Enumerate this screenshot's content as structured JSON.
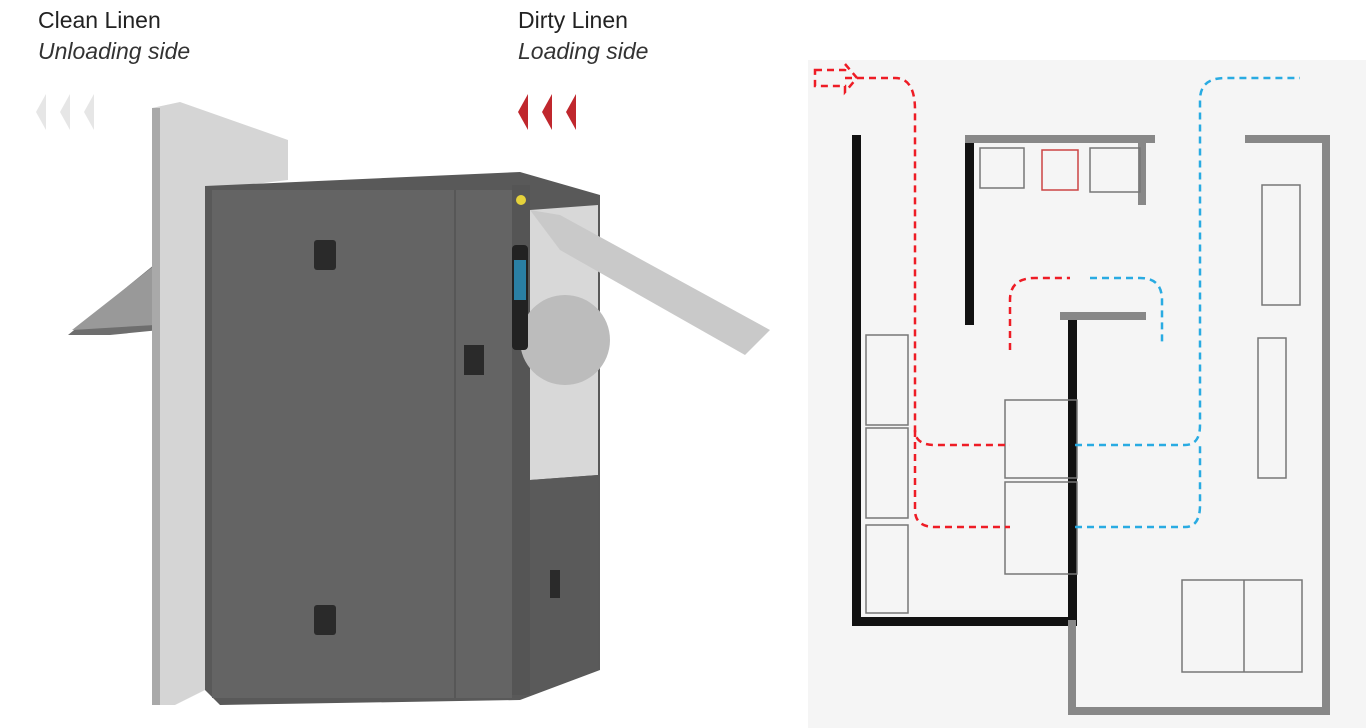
{
  "clean": {
    "title": "Clean Linen",
    "subtitle": "Unloading side"
  },
  "dirty": {
    "title": "Dirty Linen",
    "subtitle": "Loading side"
  },
  "colors": {
    "dirty_flow": "#ee1c25",
    "clean_flow": "#29abe2",
    "clean_arrows": "#e6e6e6",
    "dirty_arrows": "#c0272d",
    "machine": "#5e5e5e"
  }
}
